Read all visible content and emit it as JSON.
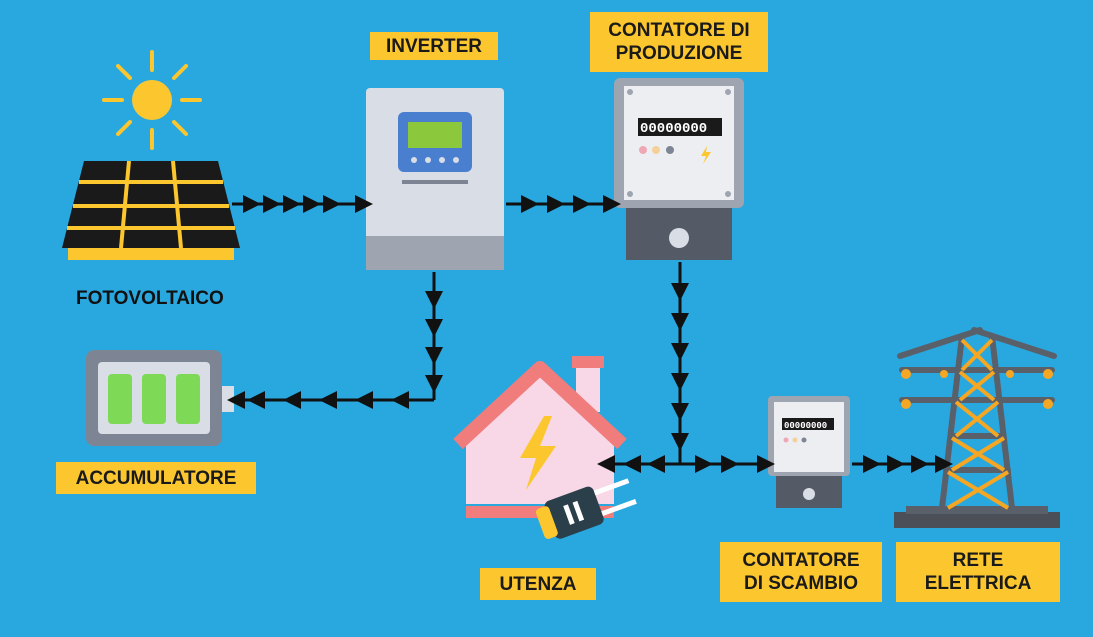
{
  "labels": {
    "inverter": "INVERTER",
    "production_meter": "CONTATORE DI\nPRODUZIONE",
    "photovoltaic": "FOTOVOLTAICO",
    "accumulator": "ACCUMULATORE",
    "user": "UTENZA",
    "exchange_meter": "CONTATORE\nDI SCAMBIO",
    "grid": "RETE\nELETTRICA"
  },
  "meters": {
    "production_reading": "00000000",
    "exchange_reading": "00000000"
  },
  "colors": {
    "background": "#29a8e0",
    "label_bg": "#fcc72e",
    "flow_line": "#111111"
  }
}
